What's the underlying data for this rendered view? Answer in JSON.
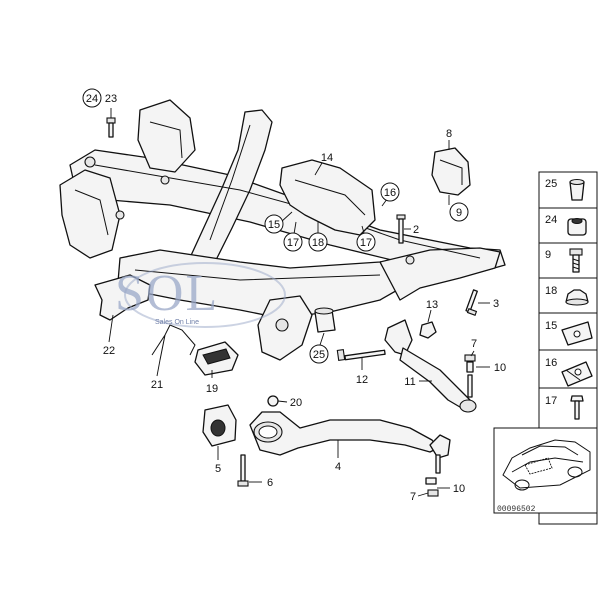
{
  "labels": {
    "l24": "24",
    "l23": "23",
    "l8": "8",
    "l9": "9",
    "l14": "14",
    "l16": "16",
    "l15": "15",
    "l17a": "17",
    "l18": "18",
    "l17b": "17",
    "l2": "2",
    "l22": "22",
    "l21": "21",
    "l19": "19",
    "l25": "25",
    "l13": "13",
    "l3": "3",
    "l12": "12",
    "l11": "11",
    "l7a": "7",
    "l10a": "10",
    "l20": "20",
    "l5": "5",
    "l6": "6",
    "l4": "4",
    "l7b": "7",
    "l10b": "10"
  },
  "legend": [
    {
      "num": "25",
      "icon": "cap-nut-icon"
    },
    {
      "num": "24",
      "icon": "bushing-sleeve-icon"
    },
    {
      "num": "9",
      "icon": "bolt-icon"
    },
    {
      "num": "18",
      "icon": "grommet-icon"
    },
    {
      "num": "15",
      "icon": "speed-nut-icon"
    },
    {
      "num": "16",
      "icon": "clip-nut-icon"
    },
    {
      "num": "17",
      "icon": "screw-icon"
    }
  ],
  "watermark": {
    "logo": "SOL",
    "tagline": "Sales On Line"
  },
  "diagram_ref": "00096502",
  "colors": {
    "logo": "#9aa8c8",
    "line": "#111111"
  }
}
